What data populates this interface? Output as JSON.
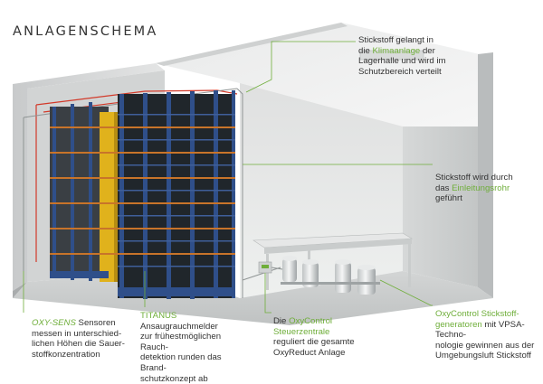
{
  "title": "ANLAGENSCHEMA",
  "callouts": {
    "top": {
      "a": "Stickstoff gelangt in",
      "b_pre": "die ",
      "b_hl": "Klimaanlage",
      "b_post": " der",
      "c": "Lagerhalle und wird im",
      "d": "Schutzbereich verteilt"
    },
    "right": {
      "a": "Stickstoff wird durch",
      "b_pre": "das ",
      "b_hl": "Einleitungsrohr",
      "c": "geführt"
    },
    "oxysens": {
      "a_hl": "OXY-SENS",
      "a_post": " Sensoren",
      "b": "messen in unterschied-",
      "c": "lichen Höhen die Sauer-",
      "d": "stoffkonzentration"
    },
    "titanus": {
      "a_hl": "TITANUS",
      "a_post": " Ansaugrauchmelder",
      "b": "zur frühestmöglichen Rauch-",
      "c": "detektion runden das Brand-",
      "d": "schutzkonzept ab"
    },
    "control": {
      "a_pre": "Die ",
      "a_hl": "OxyControl",
      "b_hl": "Steuerzentrale",
      "c": "reguliert die gesamte",
      "d": "OxyReduct Anlage"
    },
    "gen": {
      "a_hl": "OxyControl Stickstoff-",
      "b_hl": "generatoren",
      "b_post": " mit VPSA-Techno-",
      "c": "nologie gewinnen aus der",
      "d": "Umgebungsluft Stickstoff"
    }
  },
  "colors": {
    "accent_green": "#6fae3a",
    "rack_blue": "#2f4f8a",
    "rack_yellow": "#e0b21c",
    "pipe_red": "#d23a2a",
    "text": "#333333"
  }
}
